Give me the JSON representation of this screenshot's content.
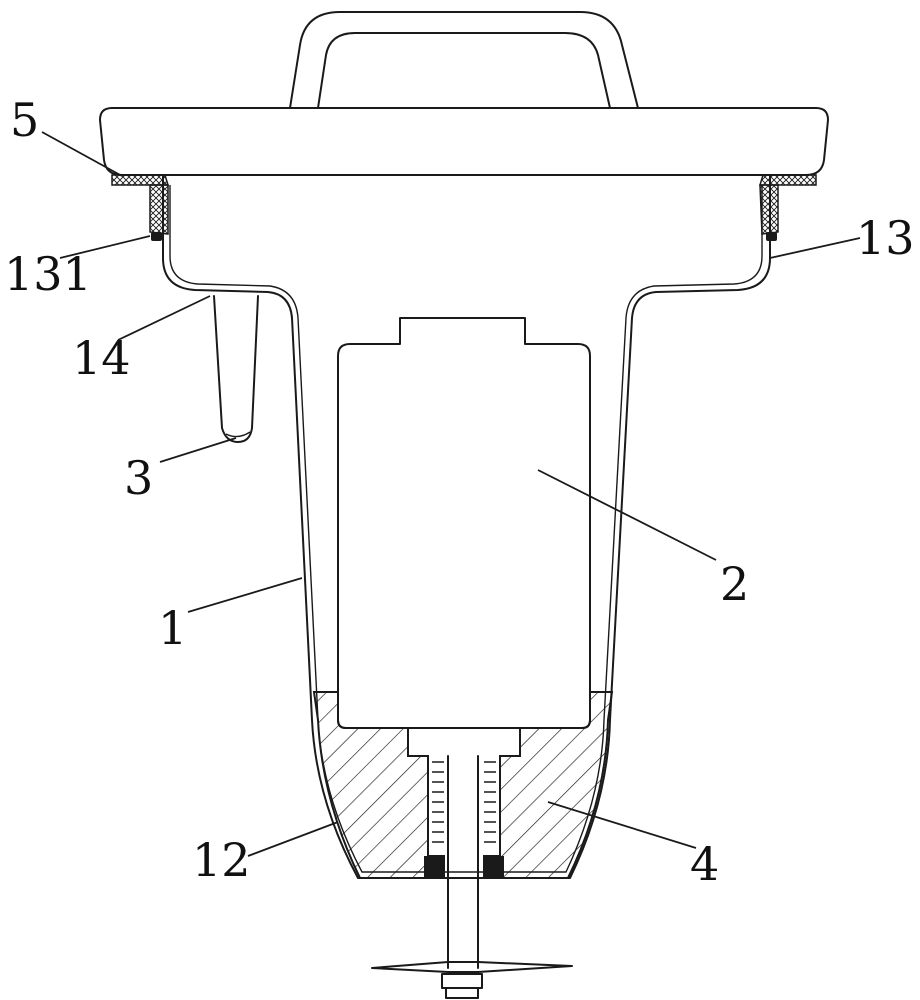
{
  "labels": {
    "l5": "5",
    "l131": "131",
    "l14": "14",
    "l3": "3",
    "l1": "1",
    "l12": "12",
    "l2": "2",
    "l13": "13",
    "l4": "4"
  },
  "colors": {
    "line": "#1a1a1a",
    "background": "#ffffff"
  }
}
